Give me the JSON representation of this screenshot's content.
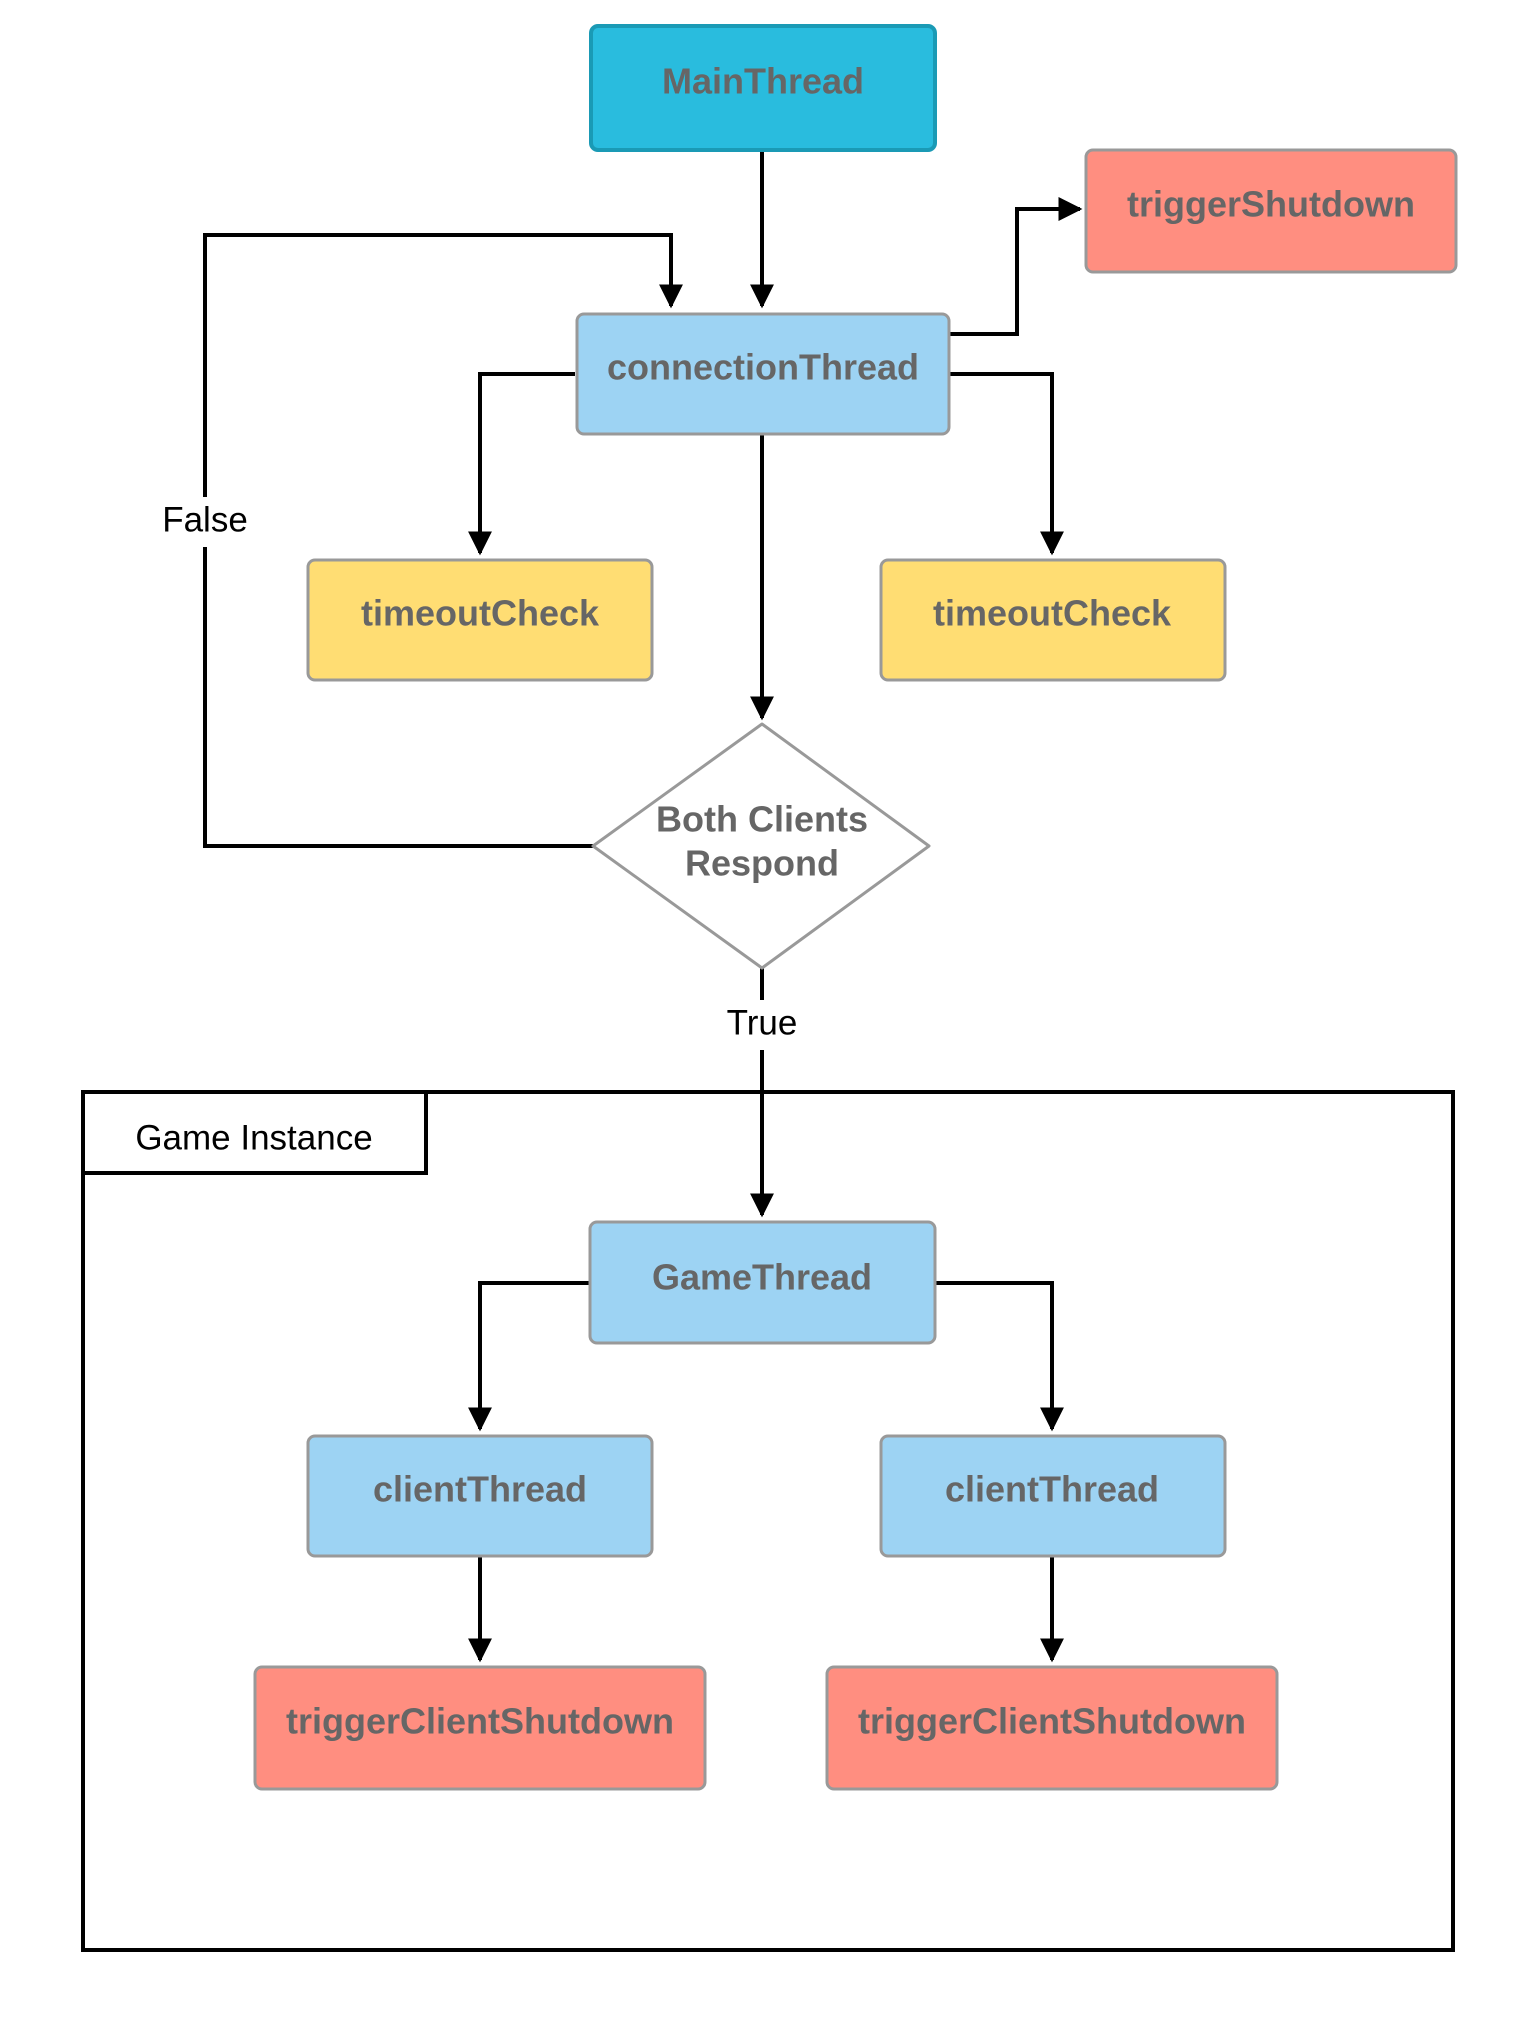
{
  "diagram": {
    "nodes": {
      "main_thread": {
        "label": "MainThread",
        "color": "#29BCDE"
      },
      "trigger_shutdown": {
        "label": "triggerShutdown",
        "color": "#FF8E80"
      },
      "connection_thread": {
        "label": "connectionThread",
        "color": "#9DD3F3"
      },
      "timeout_check_left": {
        "label": "timeoutCheck",
        "color": "#FFDD73"
      },
      "timeout_check_right": {
        "label": "timeoutCheck",
        "color": "#FFDD73"
      },
      "decision": {
        "line1": "Both Clients",
        "line2": "Respond"
      },
      "game_thread": {
        "label": "GameThread",
        "color": "#9DD3F3"
      },
      "client_thread_left": {
        "label": "clientThread",
        "color": "#9DD3F3"
      },
      "client_thread_right": {
        "label": "clientThread",
        "color": "#9DD3F3"
      },
      "trigger_client_shutdown_left": {
        "label": "triggerClientShutdown",
        "color": "#FF8E80"
      },
      "trigger_client_shutdown_right": {
        "label": "triggerClientShutdown",
        "color": "#FF8E80"
      }
    },
    "edge_labels": {
      "false_label": "False",
      "true_label": "True"
    },
    "container": {
      "title": "Game Instance"
    }
  }
}
